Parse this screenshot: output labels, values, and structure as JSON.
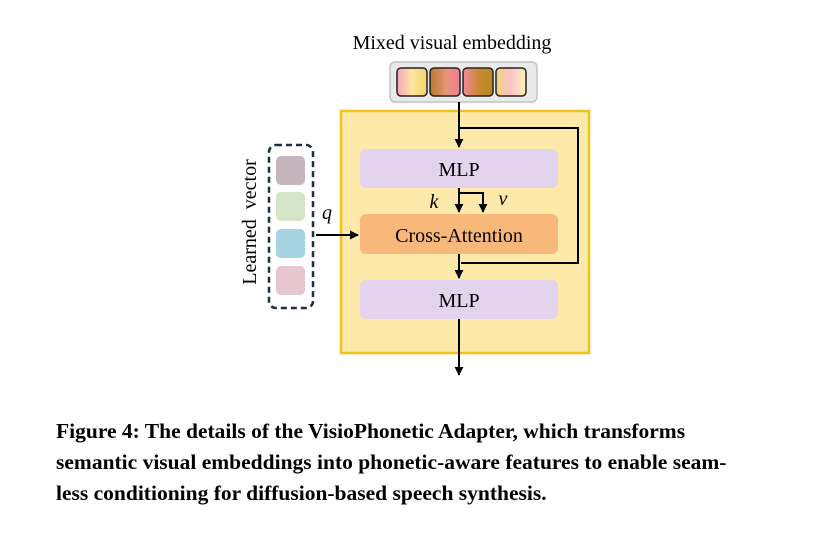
{
  "diagram": {
    "input_label": "Mixed visual embedding",
    "learned_vector_label": "Learned  vector",
    "blocks": {
      "mlp_top": "MLP",
      "cross_attention": "Cross-Attention",
      "mlp_bottom": "MLP"
    },
    "edge_labels": {
      "q": "q",
      "k": "k",
      "v": "v"
    },
    "colors": {
      "adapter_fill": "#fde9a9",
      "adapter_border": "#f2c21a",
      "mlp_fill": "#e3d3ec",
      "cross_attention_fill": "#f8b87a",
      "learned_tokens": [
        "#c7b5bd",
        "#d4e6c7",
        "#a6d4e0",
        "#e6c7cf"
      ]
    }
  },
  "caption": {
    "lines": [
      "Figure 4: The details of the VisioPhonetic Adapter, which transforms",
      "semantic visual embeddings into phonetic-aware features to enable seam-",
      "less conditioning for diffusion-based speech synthesis."
    ]
  }
}
